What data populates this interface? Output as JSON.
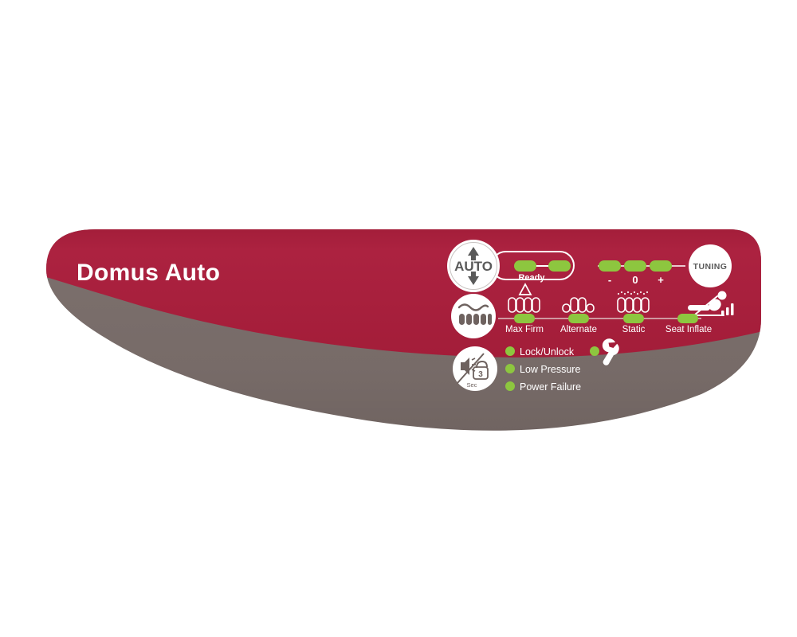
{
  "device": {
    "brand_title": "Domus Auto",
    "colors": {
      "red": "#A81F3C",
      "red_dark": "#9B1B36",
      "taupe": "#776B68",
      "taupe_dark": "#6E625F",
      "led_green": "#8DC63F",
      "white": "#FFFFFF",
      "text_gray": "#5A5A5A",
      "background": "#FFFFFF"
    }
  },
  "controls": {
    "auto_button": {
      "label": "AUTO",
      "icon_up": "arrow-up-icon",
      "icon_down": "arrow-down-icon"
    },
    "ready_group": {
      "label": "Ready",
      "leds": [
        {
          "name": "ready-led-1",
          "state": "on",
          "color": "#8DC63F"
        },
        {
          "name": "ready-led-2",
          "state": "on",
          "color": "#8DC63F"
        }
      ]
    },
    "tuning": {
      "label": "TUNING",
      "leds": [
        {
          "name": "tuning-led-minus",
          "label": "-",
          "state": "on",
          "color": "#8DC63F"
        },
        {
          "name": "tuning-led-zero",
          "label": "0",
          "state": "on",
          "color": "#8DC63F"
        },
        {
          "name": "tuning-led-plus",
          "label": "+",
          "state": "on",
          "color": "#8DC63F"
        }
      ]
    },
    "mode_button": {
      "name": "mattress-mode-button",
      "icon": "mattress-wave-icon"
    },
    "modes": [
      {
        "name": "mode-max-firm",
        "label": "Max Firm",
        "cells": "4-equal-tall",
        "marker": "triangle-up-icon",
        "led": "on"
      },
      {
        "name": "mode-alternate",
        "label": "Alternate",
        "cells": "alternating",
        "led": "on"
      },
      {
        "name": "mode-static",
        "label": "Static",
        "cells": "4-equal-dotted",
        "led": "on"
      },
      {
        "name": "mode-seat-inflate",
        "label": "Seat Inflate",
        "icon": "reclining-seat-icon",
        "led": "on"
      }
    ],
    "mute_lock_button": {
      "name": "mute-lock-button",
      "icon": "speaker-mute-icon",
      "lock_icon": "padlock-open-icon",
      "hold_seconds": "3",
      "hold_unit": "Sec"
    },
    "status_indicators": [
      {
        "name": "status-lock-unlock",
        "label": "Lock/Unlock",
        "led": "on",
        "color": "#8DC63F"
      },
      {
        "name": "status-low-pressure",
        "label": "Low Pressure",
        "led": "on",
        "color": "#8DC63F"
      },
      {
        "name": "status-power-failure",
        "label": "Power Failure",
        "led": "on",
        "color": "#8DC63F"
      }
    ],
    "service": {
      "name": "service-indicator",
      "icon": "wrench-icon",
      "led": "on",
      "color": "#8DC63F"
    }
  }
}
